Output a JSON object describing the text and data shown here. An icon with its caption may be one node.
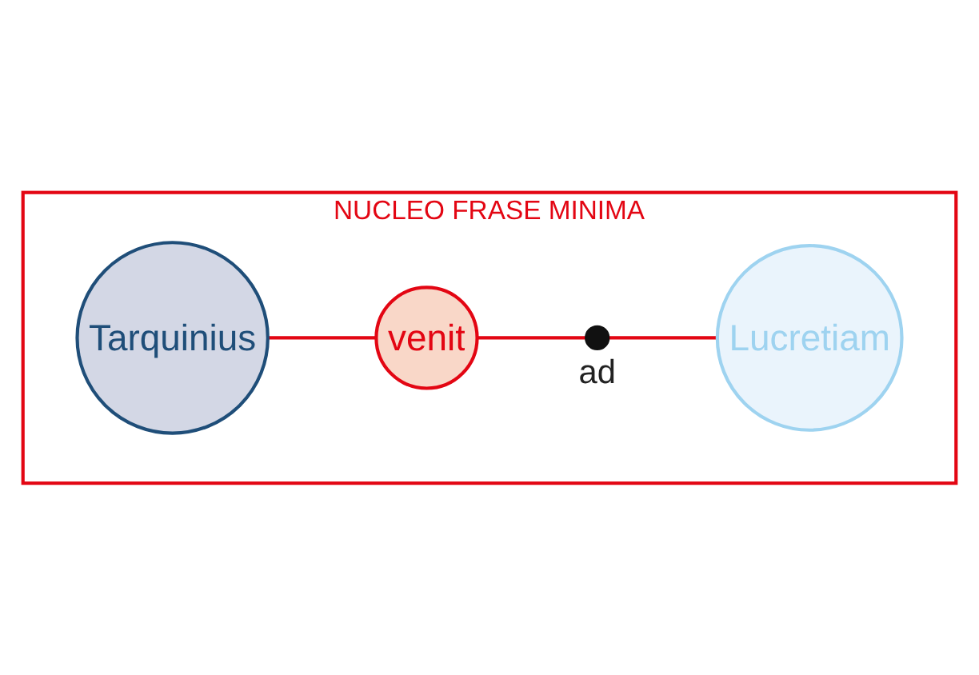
{
  "diagram": {
    "nodes": [
      {
        "text": [
          "NUCLEO FRASE MINIMA"
        ]
      },
      {
        "text": [
          "Tarquinius"
        ],
        "in": 0
      },
      {
        "text": [
          "venit"
        ],
        "in": 0
      },
      {
        "text": [],
        "shape": "circle",
        "beside": [
          "ad"
        ],
        "in": 0
      },
      {
        "text": [
          "Lucretiam"
        ],
        "in": 0
      }
    ],
    "edges": [
      {
        "from": 1,
        "to": 2,
        "arrow": "none"
      },
      {
        "from": 2,
        "to": 3,
        "arrow": "none"
      },
      {
        "from": 3,
        "to": 4,
        "arrow": "none"
      }
    ]
  }
}
